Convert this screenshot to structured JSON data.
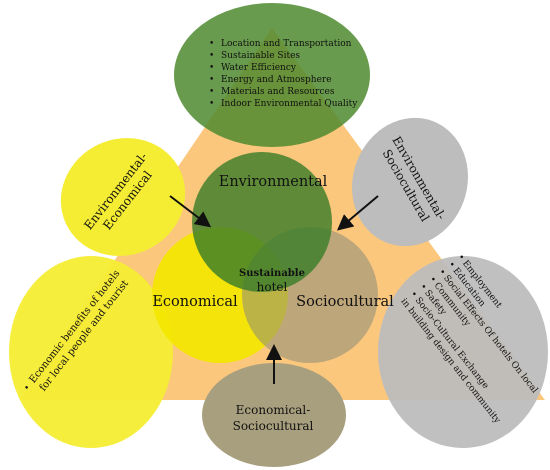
{
  "environmental": {
    "label": "Environmental",
    "items": [
      "Location and Transportation",
      "Sustainable Sites",
      "Water Efficiency",
      "Energy and Atmosphere",
      "Materials and Resources",
      "Indoor Environmental Quality"
    ]
  },
  "economical": {
    "label": "Economical",
    "items": [
      "Economic benefits of hotels",
      "for local people and tourist"
    ]
  },
  "sociocultural": {
    "label": "Sociocultural",
    "items": [
      "Employment",
      "Education",
      "Social Effects Of hotels On local",
      "Community",
      "Safety",
      "Socio-Cultural Exchange",
      "in building design and community"
    ]
  },
  "center": {
    "line1": "Sustainable",
    "line2": "hotel"
  },
  "env_econ": {
    "line1": "Environmental-",
    "line2": "Economical"
  },
  "env_socio": {
    "line1": "Environmental-",
    "line2": "Sociocultural"
  },
  "econ_socio": {
    "line1": "Economical-",
    "line2": "Sociocultural"
  },
  "colors": {
    "triangle": "#FBC77D",
    "green_dark": "#5F9533",
    "green_mid": "#4B8A2F",
    "yellow": "#F7EE2E",
    "yellow_bright": "#F4E600",
    "grey": "#BFBFBF",
    "tan": "#A8A083",
    "brown": "#B39E82"
  }
}
